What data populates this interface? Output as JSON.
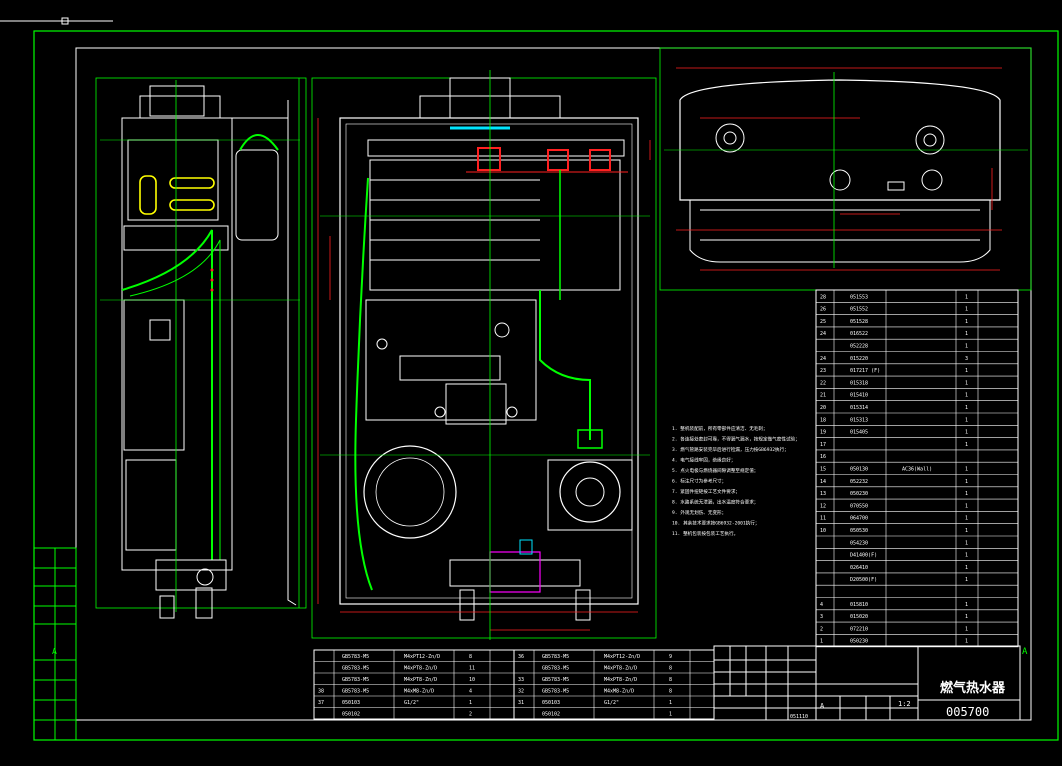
{
  "colors": {
    "background": "#000000",
    "frame": "#00ff00",
    "outline": "#ffffff",
    "dimension": "#ff2020",
    "highlight": "#ffff00",
    "accent": "#ff00ff",
    "cyan": "#00e5ff"
  },
  "titleblock": {
    "title": "燃气热水器",
    "drawing_no": "005700",
    "scale": "1:2",
    "rev": "A",
    "sheet_ref": "051110",
    "corner_mark": "A"
  },
  "parts_list": {
    "rows": [
      {
        "no": "28",
        "code": "051553",
        "name": "",
        "qty": "1",
        "note": ""
      },
      {
        "no": "26",
        "code": "051552",
        "name": "",
        "qty": "1",
        "note": ""
      },
      {
        "no": "25",
        "code": "051528",
        "name": "",
        "qty": "1",
        "note": ""
      },
      {
        "no": "24",
        "code": "016522",
        "name": "",
        "qty": "1",
        "note": ""
      },
      {
        "no": "",
        "code": "052228",
        "name": "",
        "qty": "1",
        "note": ""
      },
      {
        "no": "24",
        "code": "015220",
        "name": "",
        "qty": "3",
        "note": ""
      },
      {
        "no": "23",
        "code": "017217 (F)",
        "name": "",
        "qty": "1",
        "note": ""
      },
      {
        "no": "22",
        "code": "015318",
        "name": "",
        "qty": "1",
        "note": ""
      },
      {
        "no": "21",
        "code": "015410",
        "name": "",
        "qty": "1",
        "note": ""
      },
      {
        "no": "20",
        "code": "015314",
        "name": "",
        "qty": "1",
        "note": ""
      },
      {
        "no": "18",
        "code": "015313",
        "name": "",
        "qty": "1",
        "note": ""
      },
      {
        "no": "19",
        "code": "015405",
        "name": "",
        "qty": "1",
        "note": ""
      },
      {
        "no": "17",
        "code": "",
        "name": "",
        "qty": "1",
        "note": ""
      },
      {
        "no": "16",
        "code": "",
        "name": "",
        "qty": "",
        "note": ""
      },
      {
        "no": "15",
        "code": "050130",
        "name": "AC36(Wall)",
        "qty": "1",
        "note": ""
      },
      {
        "no": "14",
        "code": "052232",
        "name": "",
        "qty": "1",
        "note": ""
      },
      {
        "no": "13",
        "code": "050230",
        "name": "",
        "qty": "1",
        "note": ""
      },
      {
        "no": "12",
        "code": "070550",
        "name": "",
        "qty": "1",
        "note": ""
      },
      {
        "no": "11",
        "code": "064700",
        "name": "",
        "qty": "1",
        "note": ""
      },
      {
        "no": "10",
        "code": "050530",
        "name": "",
        "qty": "1",
        "note": ""
      },
      {
        "no": "",
        "code": "054230",
        "name": "",
        "qty": "1",
        "note": ""
      },
      {
        "no": "",
        "code": "D41400(F)",
        "name": "",
        "qty": "1",
        "note": ""
      },
      {
        "no": "",
        "code": "026410",
        "name": "",
        "qty": "1",
        "note": ""
      },
      {
        "no": "",
        "code": "D20500(F)",
        "name": "",
        "qty": "1",
        "note": ""
      },
      {
        "no": "",
        "code": "",
        "name": "",
        "qty": "",
        "note": ""
      },
      {
        "no": "4",
        "code": "015810",
        "name": "",
        "qty": "1",
        "note": ""
      },
      {
        "no": "3",
        "code": "015020",
        "name": "",
        "qty": "1",
        "note": ""
      },
      {
        "no": "2",
        "code": "072210",
        "name": "",
        "qty": "1",
        "note": ""
      },
      {
        "no": "1",
        "code": "050230",
        "name": "",
        "qty": "1",
        "note": ""
      }
    ]
  },
  "bom_left": [
    {
      "no": "",
      "code": "GB5783-M5",
      "desc": "M4xPT12-Zn/D",
      "qty": "8"
    },
    {
      "no": "",
      "code": "GB5783-M5",
      "desc": "M4xPT8-Zn/D",
      "qty": "11"
    },
    {
      "no": "",
      "code": "GB5783-M5",
      "desc": "M4xPT8-Zn/D",
      "qty": "10"
    },
    {
      "no": "38",
      "code": "GB5783-M5",
      "desc": "M4xM8-Zn/D",
      "qty": "4"
    },
    {
      "no": "37",
      "code": "050103",
      "desc": "G1/2\"",
      "qty": "1"
    },
    {
      "no": "",
      "code": "050102",
      "desc": "",
      "qty": "2"
    }
  ],
  "bom_right": [
    {
      "no": "36",
      "code": "GB5783-M5",
      "desc": "M4xPT12-Zn/D",
      "qty": "9"
    },
    {
      "no": "",
      "code": "GB5783-M5",
      "desc": "M4xPT8-Zn/D",
      "qty": "8"
    },
    {
      "no": "33",
      "code": "GB5783-M5",
      "desc": "M4xPT8-Zn/D",
      "qty": "8"
    },
    {
      "no": "32",
      "code": "GB5783-M5",
      "desc": "M4xM8-Zn/D",
      "qty": "8"
    },
    {
      "no": "31",
      "code": "050103",
      "desc": "G1/2\"",
      "qty": "1"
    },
    {
      "no": "",
      "code": "050102",
      "desc": "",
      "qty": "1"
    }
  ],
  "notes": [
    "1. 整机装配前，所有零部件应清洁、无毛刺；",
    "2. 各连接处密封可靠，不得漏气漏水，按规定做气密性试验；",
    "3. 燃气管路安装完毕后进行检漏，压力按GB6932执行；",
    "4. 电气接线牢固，绝缘良好；",
    "5. 点火电极与燃烧器间隙调整至规定值；",
    "6. 标注尺寸为参考尺寸；",
    "7. 紧固件扭矩按工艺文件要求；",
    "8. 水路系统无泄漏，出水温度符合要求；",
    "9. 外观无划伤、无变形；",
    "10. 其余技术要求按GB6932-2001执行；",
    "11. 整机包装按包装工艺执行。"
  ]
}
